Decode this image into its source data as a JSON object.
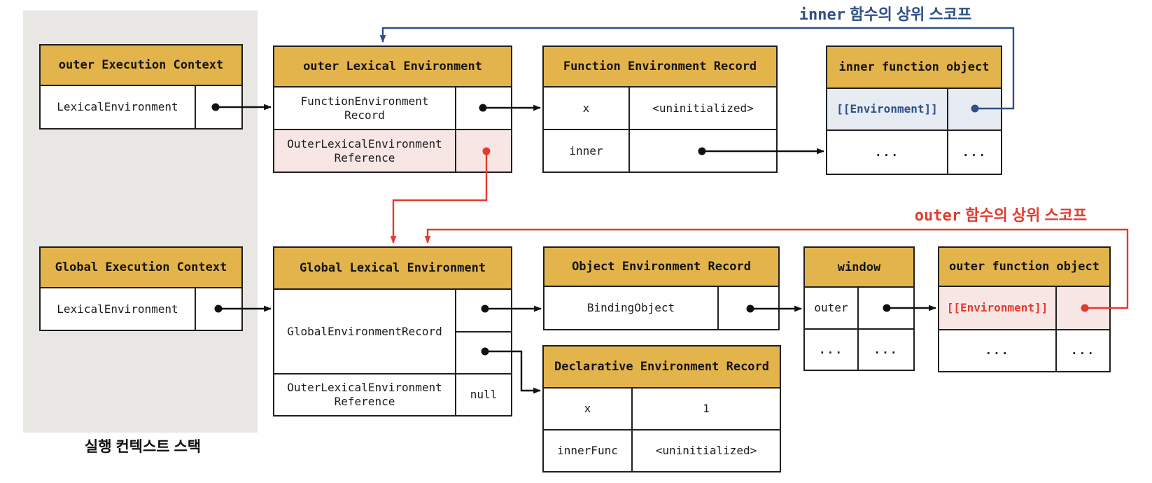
{
  "colors": {
    "accent_yellow": "#E4B44C",
    "accent_red": "#E23B2E",
    "accent_blue": "#2F5088",
    "cell_pink": "#F8E6E5",
    "cell_blue": "#E7EBF2",
    "panel_gray": "#E9E7E4",
    "border": "#1F1F1F"
  },
  "ellipsis": "...",
  "annotations": {
    "inner_scope_prefix": "inner",
    "inner_scope_text": " 함수의 상위 스코프",
    "outer_scope_prefix": "outer",
    "outer_scope_text": " 함수의 상위 스코프",
    "stack_label": "실행 컨텍스트 스택"
  },
  "boxes": {
    "outer_ec": {
      "title": "outer Execution Context",
      "cell": "LexicalEnvironment"
    },
    "outer_le": {
      "title": "outer Lexical Environment",
      "row1": "FunctionEnvironment\nRecord",
      "row2": "OuterLexicalEnvironment\nReference"
    },
    "fer": {
      "title": "Function Environment Record",
      "r1c1": "x",
      "r1c2": "<uninitialized>",
      "r2c1": "inner"
    },
    "inner_fo": {
      "title": "inner function object",
      "env": "[[Environment]]"
    },
    "global_ec": {
      "title": "Global Execution Context",
      "cell": "LexicalEnvironment"
    },
    "global_le": {
      "title": "Global Lexical Environment",
      "record": "GlobalEnvironmentRecord",
      "ref": "OuterLexicalEnvironment\nReference",
      "null_value": "null"
    },
    "oer": {
      "title": "Object Environment Record",
      "cell": "BindingObject"
    },
    "der": {
      "title": "Declarative Environment Record",
      "r1c1": "x",
      "r1c2": "1",
      "r2c1": "innerFunc",
      "r2c2": "<uninitialized>"
    },
    "window": {
      "title": "window",
      "cell": "outer"
    },
    "outer_fo": {
      "title": "outer function object",
      "env": "[[Environment]]"
    }
  }
}
